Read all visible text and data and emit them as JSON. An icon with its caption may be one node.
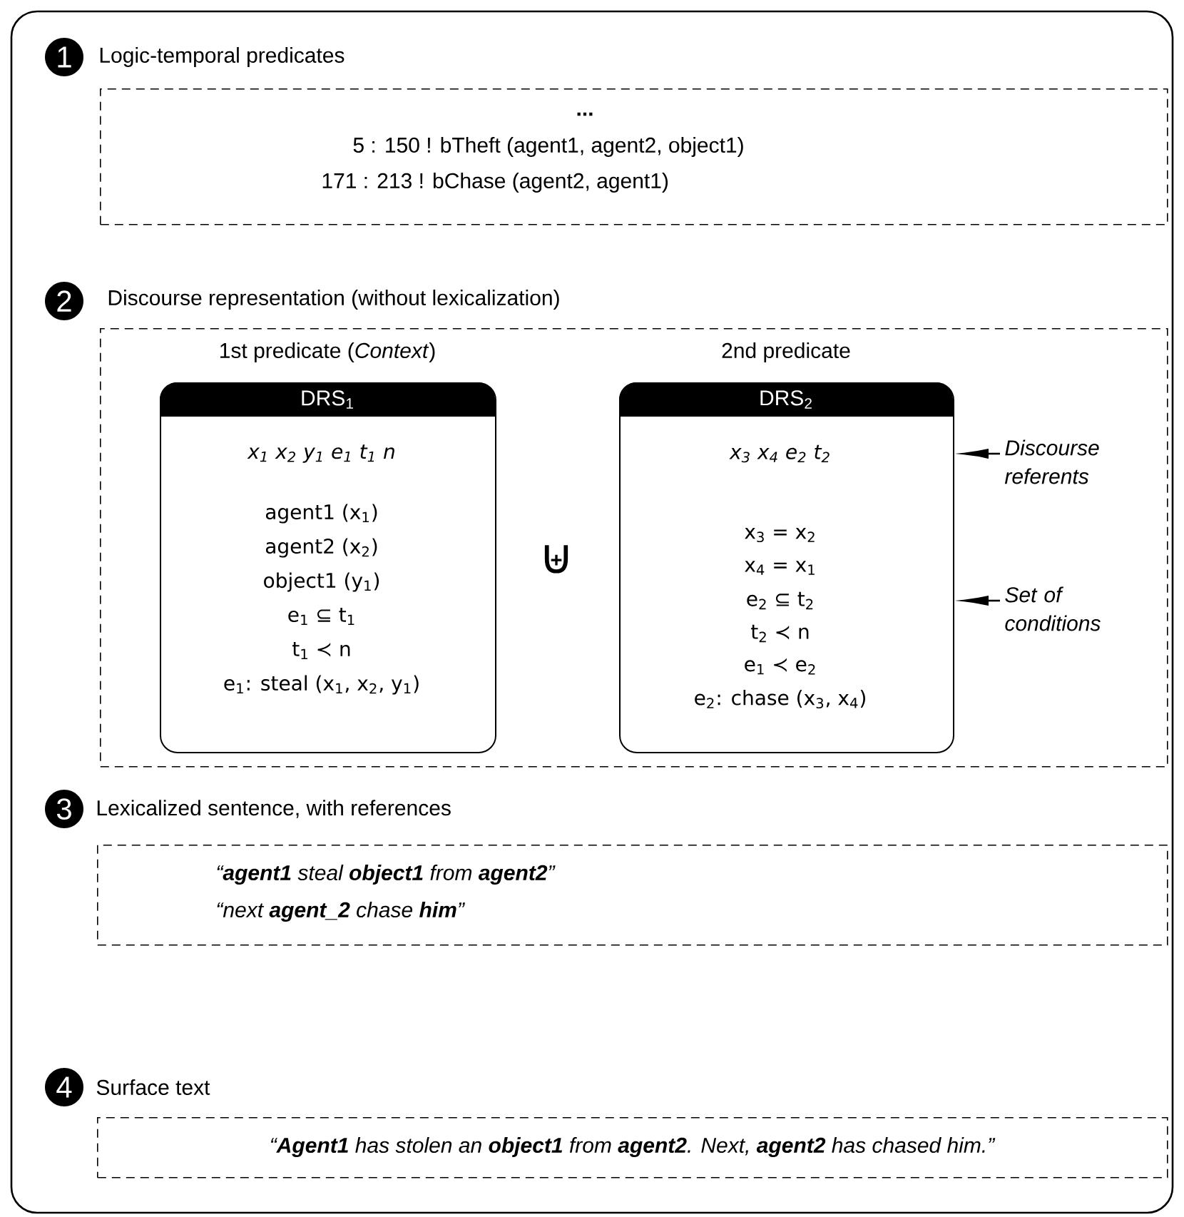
{
  "diagram": {
    "nodes": [
      {
        "text": [
          "1"
        ],
        "beside": [
          "Logic-temporal predicates"
        ]
      },
      {
        "text": [
          "...",
          "5 : 150 ! bTheft (agent1, agent2, object1)",
          "171 : 213 ! bChase (agent2, agent1)"
        ]
      },
      {
        "text": [
          "2"
        ],
        "beside": [
          "Discourse representation (without lexicalization)"
        ]
      },
      {
        "text": [],
        "shape": "box"
      },
      {
        "text": [
          "1st predicate (*Context*)",
          "DRS$_{1}$",
          "x$_{1}$ x$_{2}$ y$_{1}$ e$_{1}$ t$_{1}$ n",
          "agent1 (x$_{1}$)",
          "agent2 (x$_{2}$)",
          "object1 (y$_{1}$)",
          "e$_{1}$ ⊆ t$_{1}$",
          "t$_{1}$ ≺ n",
          "e$_{1}$: steal (x$_{1}$, x$_{2}$, y$_{1}$)"
        ],
        "in": 3
      },
      {
        "text": [
          "2nd predicate",
          "DRS$_{2}$",
          "x$_{3}$ x$_{4}$ e$_{2}$ t$_{2}$",
          "x$_{3}$ = x$_{2}$",
          "x$_{4}$ = x$_{1}$",
          "e$_{2}$ ⊆ t$_{2}$",
          "t$_{2}$ ≺ n",
          "e$_{1}$ ≺ e$_{2}$",
          "e$_{2}$: chase (x$_{3}$, x$_{4}$)"
        ],
        "in": 3
      },
      {
        "text": [
          "Discourse referents"
        ],
        "in": 3
      },
      {
        "text": [
          "Set of conditions"
        ],
        "in": 3
      },
      {
        "text": [
          "3"
        ],
        "beside": [
          "Lexicalized sentence, with references"
        ]
      },
      {
        "text": [
          "“**agent1** steal **object1** from **agent2**”",
          "“next **agent_2** chase **him**”"
        ]
      },
      {
        "text": [
          "4"
        ],
        "beside": [
          "Surface text"
        ]
      },
      {
        "text": [
          "“**Agent1** has stolen an **object1** from **agent2**. Next, **agent2** has chased him.”"
        ]
      }
    ],
    "edges": [
      {
        "from": 6,
        "to": 5,
        "arrow": "to"
      },
      {
        "from": 7,
        "to": 5,
        "arrow": "to"
      }
    ],
    "labels": [
      "⊎"
    ]
  }
}
